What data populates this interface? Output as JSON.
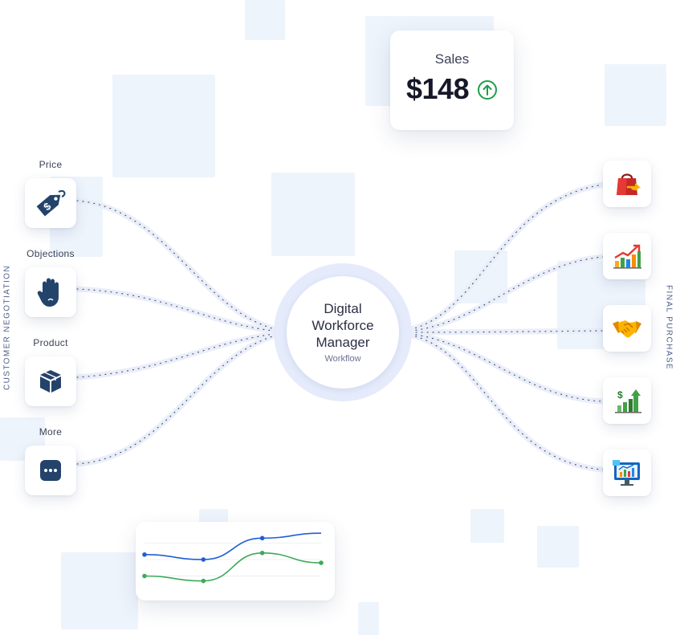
{
  "side_labels": {
    "left": "CUSTOMER NEGOTIATION",
    "right": "FINAL PURCHASE"
  },
  "left_nodes": [
    {
      "label": "Price",
      "icon": "price-tag-icon"
    },
    {
      "label": "Objections",
      "icon": "raised-hand-icon"
    },
    {
      "label": "Product",
      "icon": "box-icon"
    },
    {
      "label": "More",
      "icon": "more-dots-icon"
    }
  ],
  "right_nodes": [
    {
      "icon": "shopping-bag-return-icon"
    },
    {
      "icon": "growth-bar-chart-icon"
    },
    {
      "icon": "handshake-icon"
    },
    {
      "icon": "money-growth-chart-icon"
    },
    {
      "icon": "analytics-monitor-icon"
    }
  ],
  "hub": {
    "title": "Digital\nWorkforce\nManager",
    "subtitle": "Workflow"
  },
  "sales_card": {
    "label": "Sales",
    "value": "$148",
    "trend_icon": "arrow-up-circle-icon",
    "trend_color": "#1f9d4a"
  },
  "colors": {
    "navy_icon": "#24436b",
    "hub_ring": "#e5ebfb",
    "background_squares": "#eef4fc",
    "series_blue": "#1f5fd6",
    "series_green": "#3daa5a"
  },
  "chart_data": {
    "type": "line",
    "x": [
      0,
      1,
      2,
      3
    ],
    "series": [
      {
        "values": [
          2.3,
          2.0,
          3.3,
          3.6
        ],
        "color": "#1f5fd6"
      },
      {
        "values": [
          1.0,
          0.7,
          2.4,
          1.8
        ],
        "color": "#3daa5a"
      }
    ],
    "ylim": [
      0,
      4
    ],
    "grid": true,
    "title": "",
    "xlabel": "",
    "ylabel": ""
  }
}
